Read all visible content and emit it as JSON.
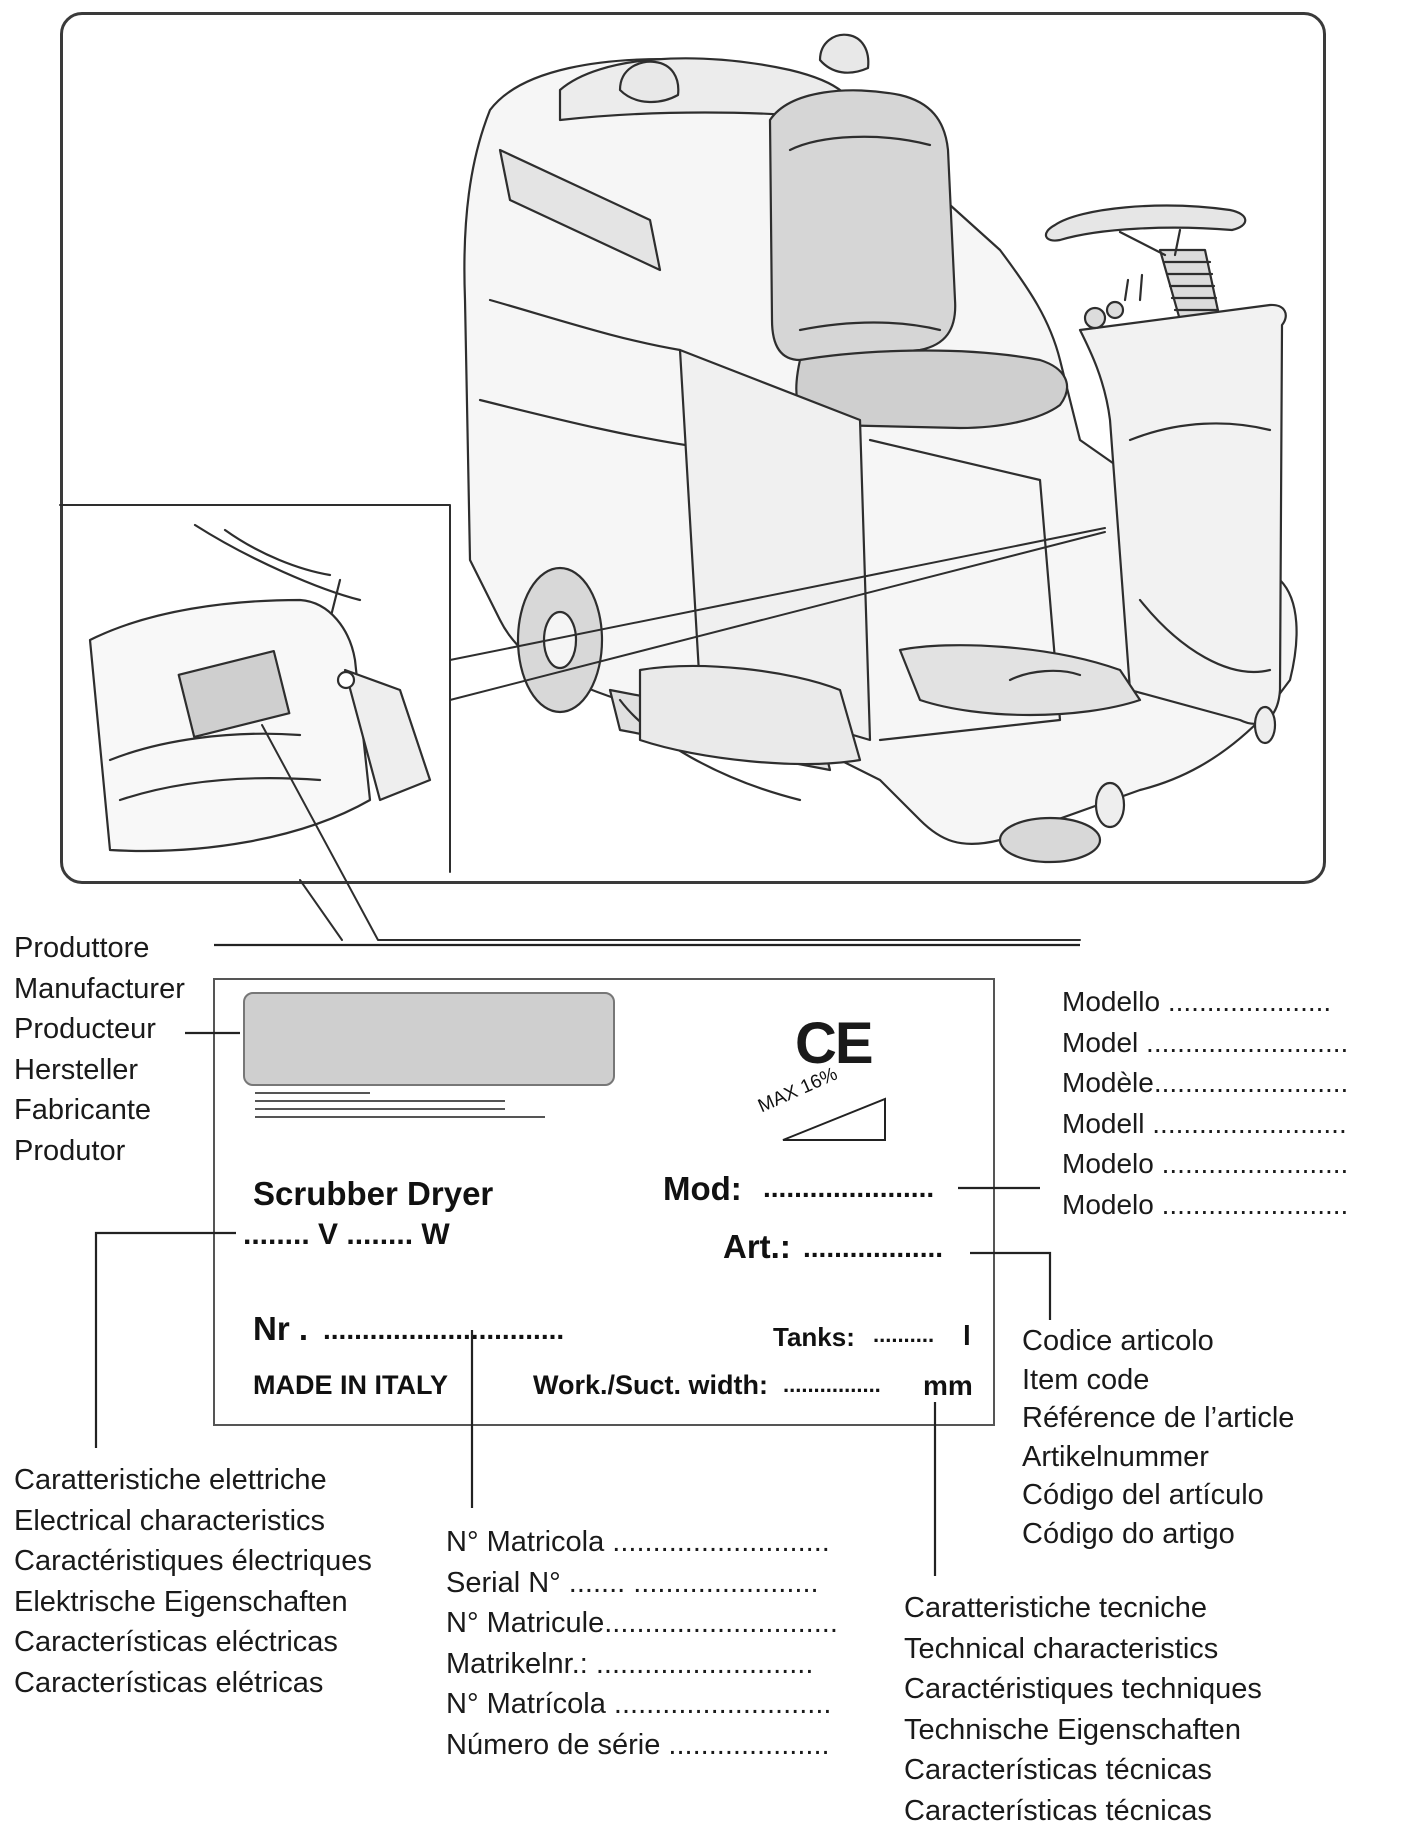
{
  "manufacturer_labels": [
    "Produttore",
    "Manufacturer",
    "Producteur",
    "Hersteller",
    "Fabricante",
    "Produtor"
  ],
  "model_labels": [
    "Modello .....................",
    "Model ..........................",
    "Modèle.........................",
    "Modell .........................",
    "Modelo ........................",
    "Modelo ........................"
  ],
  "item_code_labels": [
    "Codice articolo",
    "Item code",
    "Référence de l’article",
    "Artikelnummer",
    "Código del artículo",
    "Código do artigo"
  ],
  "electrical_labels": [
    "Caratteristiche elettriche",
    "Electrical characteristics",
    "Caractéristiques électriques",
    "Elektrische Eigenschaften",
    "Características eléctricas",
    "Características elétricas"
  ],
  "serial_labels": [
    "N° Matricola ...........................",
    "Serial N° ....... .......................",
    "N° Matricule.............................",
    "Matrikelnr.: ...........................",
    "N° Matrícola ...........................",
    "Número de série ...................."
  ],
  "technical_labels": [
    "Caratteristiche tecniche",
    "Technical characteristics",
    "Caractéristiques techniques",
    "Technische Eigenschaften",
    "Características técnicas",
    "Características técnicas"
  ],
  "plate": {
    "ce_mark": "CE",
    "slope_label": "MAX 16%",
    "product_name": "Scrubber Dryer",
    "voltage_power": "........ V ........ W",
    "mod_label": "Mod:",
    "mod_dots": "......................",
    "art_label": "Art.:",
    "art_dots": "..................",
    "nr_label": "Nr .",
    "nr_dots": "...............................",
    "tanks_label": "Tanks:",
    "tanks_dots": "..........",
    "tanks_unit": "l",
    "made_in": "MADE IN ITALY",
    "width_label": "Work./Suct.  width:",
    "width_dots": "................",
    "width_unit": "mm"
  }
}
